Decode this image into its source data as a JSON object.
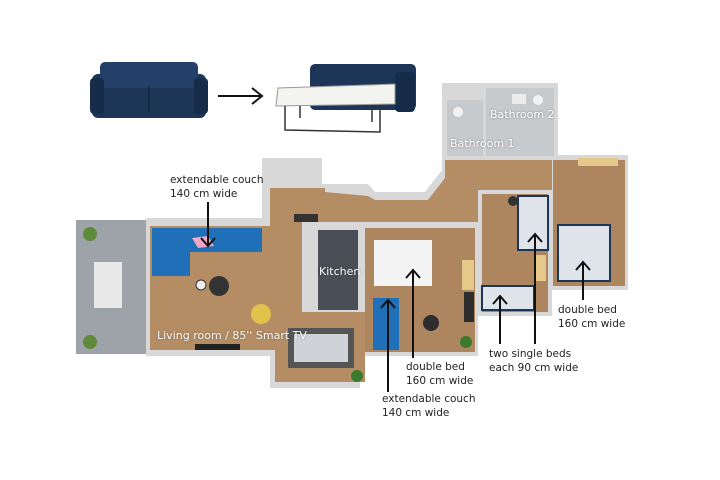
{
  "colors": {
    "sofa_dark": "#1d3556",
    "sofa_blue": "#1f6fb9",
    "wood": "#b48d64",
    "wall": "#d8d8d8",
    "kitchen": "#4a4f57",
    "bathroom": "#c7cacd",
    "terrace": "#9ea3a9"
  },
  "rooms": {
    "bathroom_2": "Bathroom 2",
    "bathroom_1": "Bathroom 1",
    "kitchen": "Kitchen",
    "living_room": "Living room / 85'' Smart TV"
  },
  "annotations": {
    "living_couch": {
      "line1": "extendable couch",
      "line2": "140 cm wide"
    },
    "bedroom1_bed": {
      "line1": "double bed",
      "line2": "160 cm wide"
    },
    "bedroom1_couch": {
      "line1": "extendable couch",
      "line2": "140 cm wide"
    },
    "bedroom2_beds": {
      "line1": "two single beds",
      "line2": "each 90 cm wide"
    },
    "bedroom3_bed": {
      "line1": "double bed",
      "line2": "160 cm wide"
    }
  }
}
